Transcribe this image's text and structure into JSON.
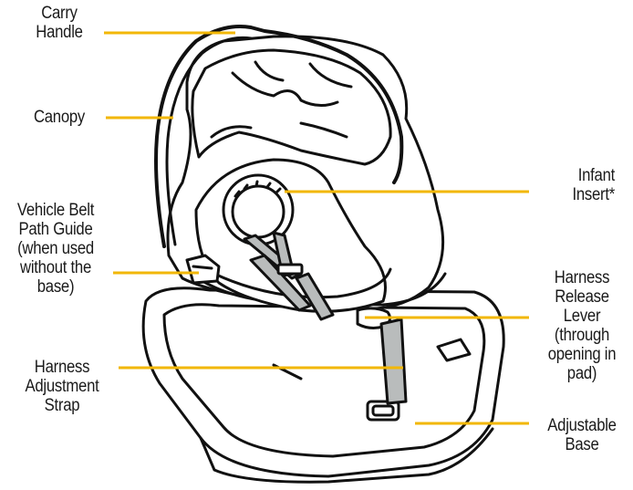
{
  "colors": {
    "leader": "#f2b705",
    "outline": "#111111",
    "seat_fill": "#ffffff",
    "strap_fill": "#b9bcbc"
  },
  "labels": {
    "carry_handle": "Carry\nHandle",
    "canopy": "Canopy",
    "infant_insert": "Infant\nInsert*",
    "vehicle_belt_path_guide": "Vehicle Belt\nPath Guide\n(when used\nwithout the\nbase)",
    "harness_release_lever": "Harness\nRelease\nLever\n(through\nopening in\npad)",
    "harness_adjustment_strap": "Harness\nAdjustment\nStrap",
    "adjustable_base": "Adjustable\nBase"
  }
}
